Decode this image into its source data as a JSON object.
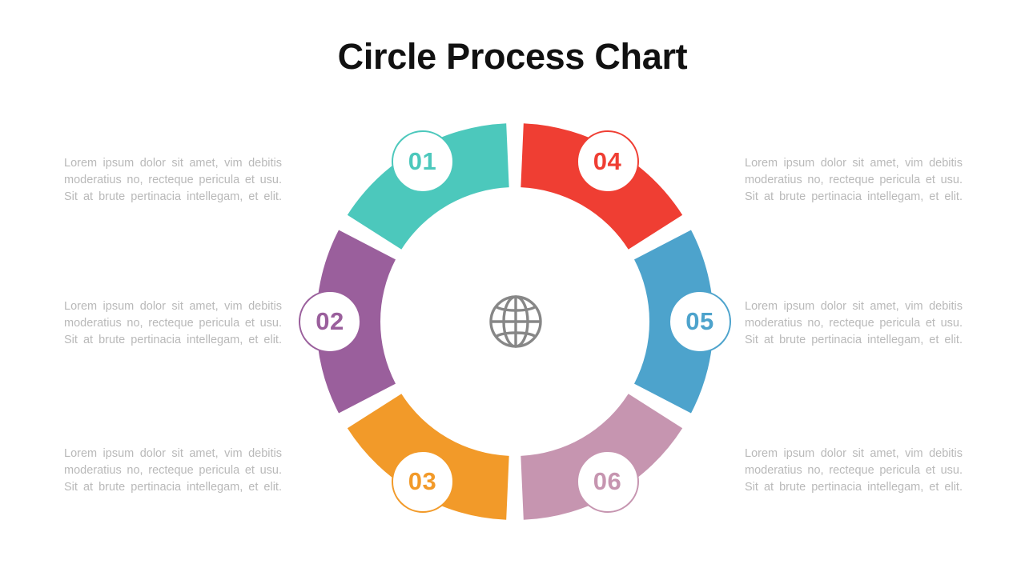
{
  "title": "Circle Process Chart",
  "center_icon": "globe-icon",
  "center_icon_color": "#878787",
  "background": "#ffffff",
  "title_color": "#111111",
  "body_text_color": "#b9b9b9",
  "chart_data": {
    "type": "pie",
    "title": "Circle Process Chart",
    "subtype": "donut-process",
    "segment_count": 6,
    "equal_segments": true,
    "segment_sweep_degrees": 55,
    "gap_degrees": 5,
    "inner_radius": 168,
    "outer_radius": 248,
    "center_label": "globe-icon",
    "categories": [
      "01",
      "02",
      "03",
      "04",
      "05",
      "06"
    ],
    "values": [
      1,
      1,
      1,
      1,
      1,
      1
    ],
    "colors": [
      "#4cc8bc",
      "#9a5f9c",
      "#f29a29",
      "#ef3e33",
      "#4da3cc",
      "#c695b0"
    ],
    "legend": "none",
    "grid": false
  },
  "steps": [
    {
      "number": "01",
      "color": "#4cc8bc",
      "side": "left",
      "row": 1,
      "text": "Lorem ipsum dolor sit amet, vim debitis moderatius no, recteque pericula et usu. Sit at brute pertinacia intellegam, et elit."
    },
    {
      "number": "02",
      "color": "#9a5f9c",
      "side": "left",
      "row": 2,
      "text": "Lorem ipsum dolor sit amet, vim debitis moderatius no, recteque pericula et usu. Sit at brute pertinacia intellegam, et elit."
    },
    {
      "number": "03",
      "color": "#f29a29",
      "side": "left",
      "row": 3,
      "text": "Lorem ipsum dolor sit amet, vim debitis moderatius no, recteque pericula et usu. Sit at brute pertinacia intellegam, et elit."
    },
    {
      "number": "04",
      "color": "#ef3e33",
      "side": "right",
      "row": 1,
      "text": "Lorem ipsum dolor sit amet, vim debitis moderatius no, recteque pericula et usu. Sit at brute pertinacia intellegam, et elit."
    },
    {
      "number": "05",
      "color": "#4da3cc",
      "side": "right",
      "row": 2,
      "text": "Lorem ipsum dolor sit amet, vim debitis moderatius no, recteque pericula et usu. Sit at brute pertinacia intellegam, et elit."
    },
    {
      "number": "06",
      "color": "#c695b0",
      "side": "right",
      "row": 3,
      "text": "Lorem ipsum dolor sit amet, vim debitis moderatius no, recteque pericula et usu. Sit at brute pertinacia intellegam, et elit."
    }
  ]
}
